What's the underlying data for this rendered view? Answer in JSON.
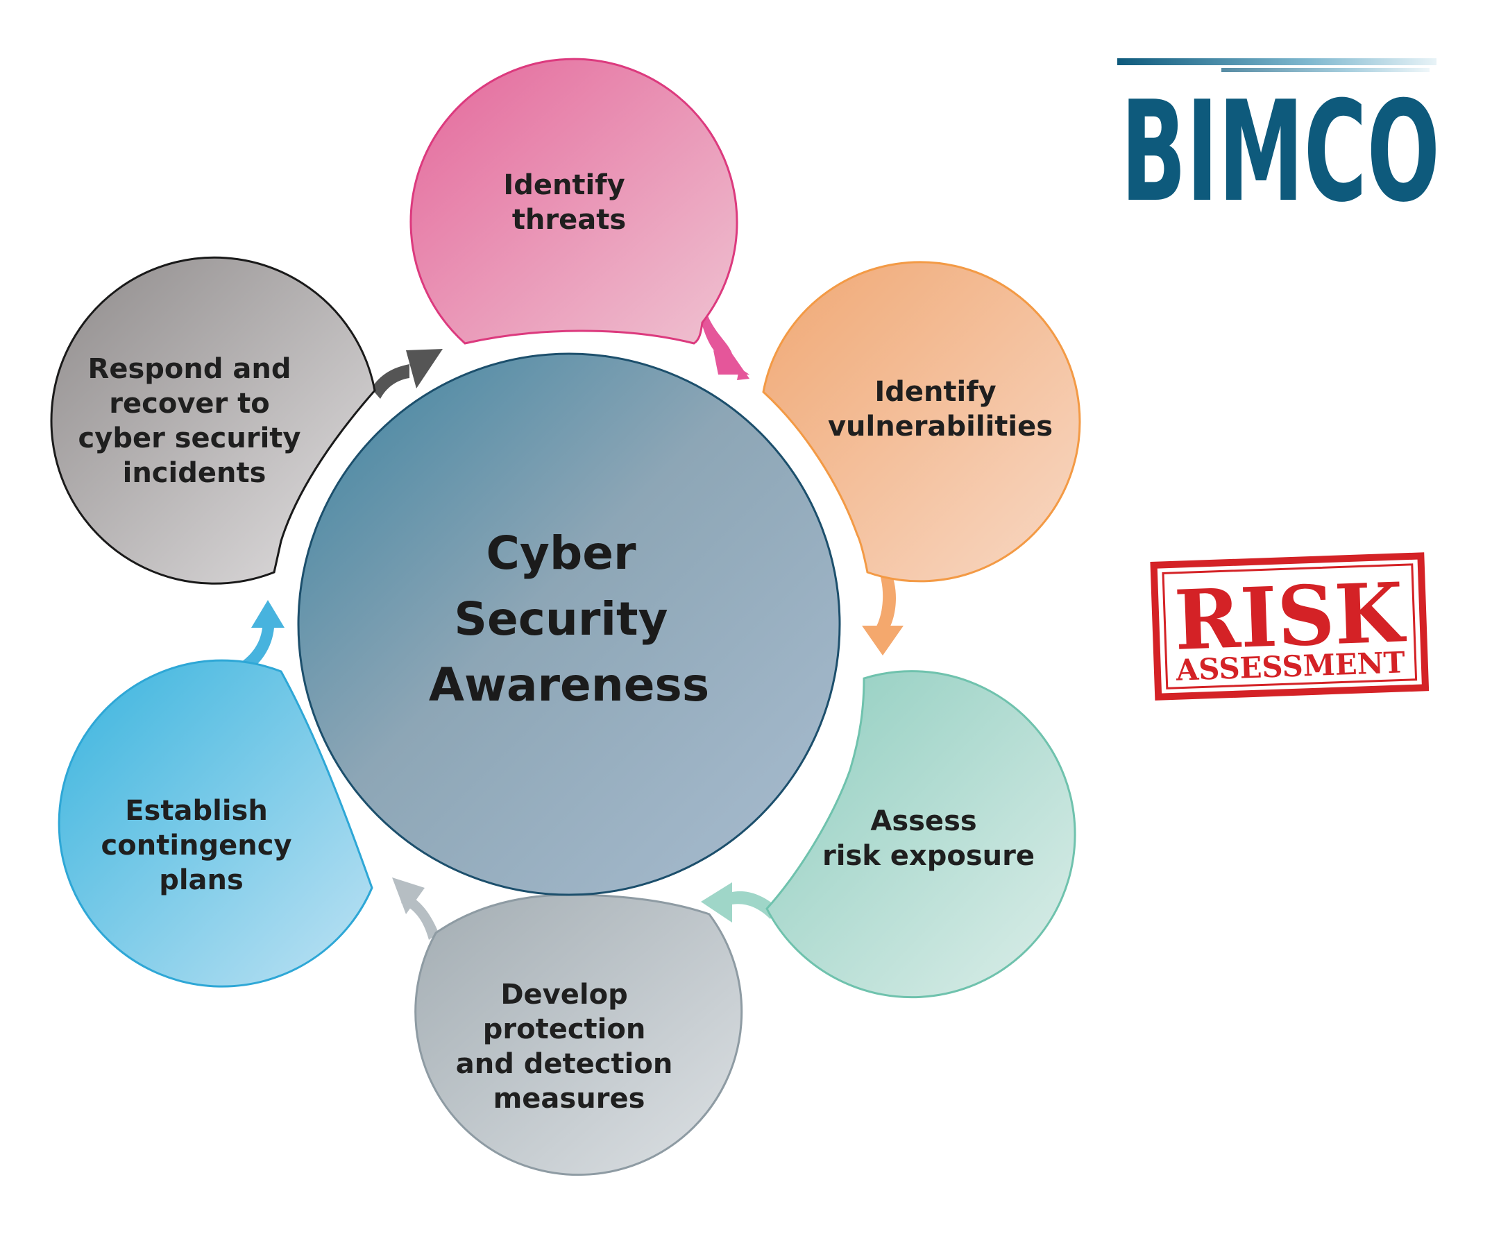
{
  "diagram": {
    "center": {
      "lines": [
        "Cyber",
        "Security",
        "Awareness"
      ],
      "color": "#7f9db3"
    },
    "steps": [
      {
        "id": "identify-threats",
        "lines": [
          "Identify",
          "threats"
        ],
        "color": "#e58aa8",
        "stroke": "#dc3a7e"
      },
      {
        "id": "identify-vulnerabilities",
        "lines": [
          "Identify",
          "vulnerabilities"
        ],
        "color": "#f3b48f",
        "stroke": "#f39a45"
      },
      {
        "id": "assess-risk-exposure",
        "lines": [
          "Assess",
          "risk exposure"
        ],
        "color": "#b6dcd2",
        "stroke": "#6fc2ad"
      },
      {
        "id": "develop-protection",
        "lines": [
          "Develop",
          "protection",
          "and detection",
          "measures"
        ],
        "color": "#bcc4c9",
        "stroke": "#8e9ba3"
      },
      {
        "id": "establish-contingency",
        "lines": [
          "Establish",
          "contingency",
          "plans"
        ],
        "color": "#6cc3e6",
        "stroke": "#2ea7d6"
      },
      {
        "id": "respond-recover",
        "lines": [
          "Respond and",
          "recover to",
          "cyber security",
          "incidents"
        ],
        "color": "#b3b0b0",
        "stroke": "#1a1a1a"
      }
    ]
  },
  "logo": {
    "text": "BIMCO",
    "color": "#0e5a7c"
  },
  "stamp": {
    "line1": "RISK",
    "line2": "ASSESSMENT",
    "color": "#d42226"
  }
}
